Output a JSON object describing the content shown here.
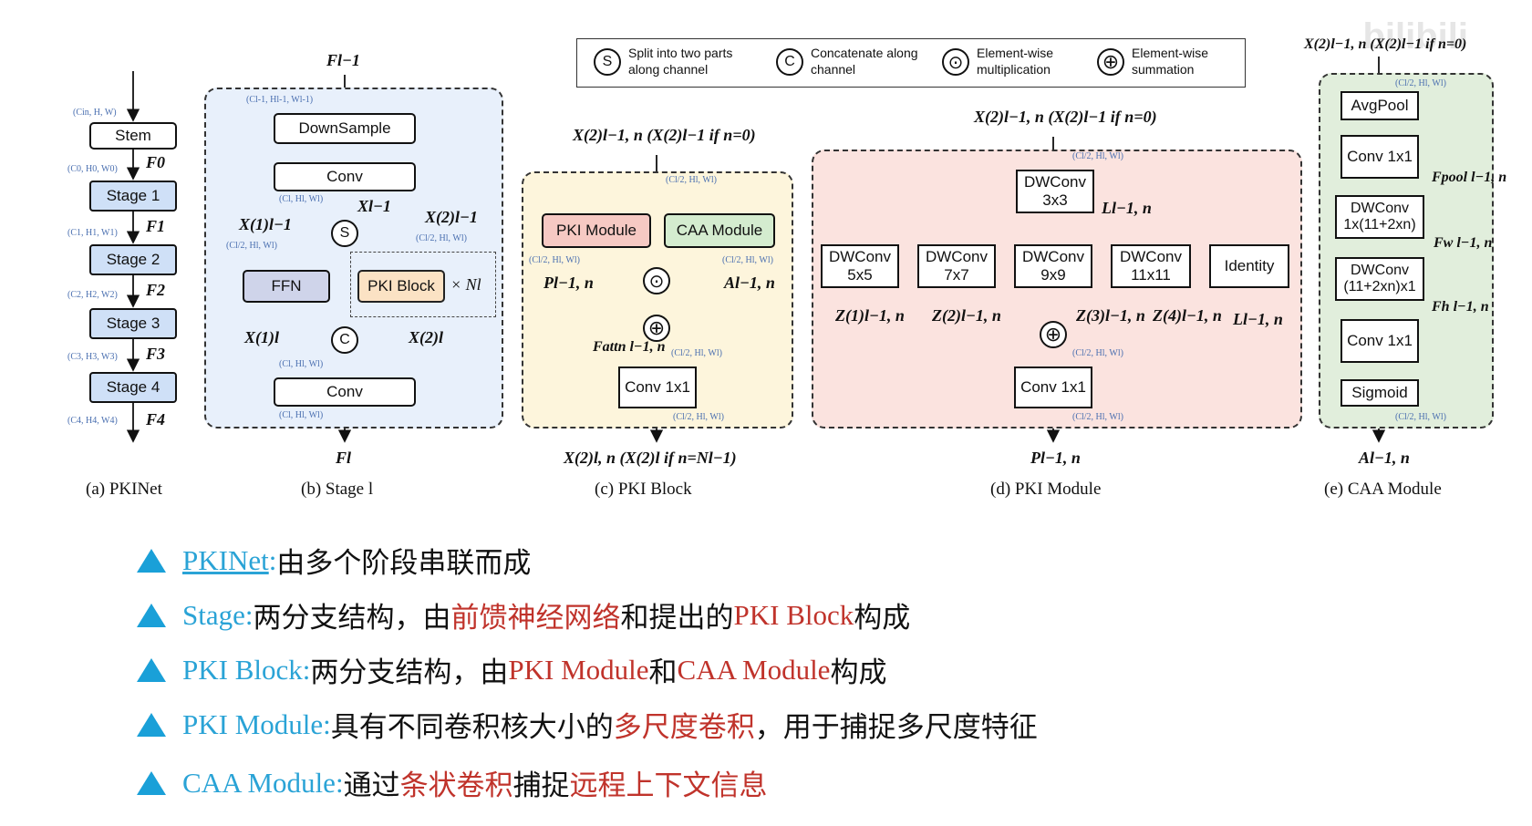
{
  "watermark": "bilibili",
  "legend": {
    "split": {
      "symbol": "S",
      "text": "Split into two parts along channel"
    },
    "concat": {
      "symbol": "C",
      "text": "Concatenate along channel"
    },
    "mul": {
      "symbol": "⊙",
      "text": "Element-wise multiplication"
    },
    "sum": {
      "symbol": "⊕",
      "text": "Element-wise summation"
    }
  },
  "panel_a": {
    "caption": "(a) PKINet",
    "boxes": [
      "Stem",
      "Stage 1",
      "Stage 2",
      "Stage 3",
      "Stage 4"
    ],
    "features": [
      "F0",
      "F1",
      "F2",
      "F3",
      "F4"
    ],
    "dims": [
      "(Cin, H, W)",
      "(C0, H0, W0)",
      "(C1, H1, W1)",
      "(C2, H2, W2)",
      "(C3, H3, W3)",
      "(C4, H4, W4)"
    ]
  },
  "panel_b": {
    "caption": "(b) Stage l",
    "input": "Fl−1",
    "output": "Fl",
    "downsample": "DownSample",
    "conv_top": "Conv",
    "conv_bottom": "Conv",
    "ffn": "FFN",
    "pki_block": "PKI Block",
    "repeat": "× Nl",
    "split": "S",
    "concat": "C",
    "x_top": "Xl−1",
    "x1_in": "X(1)l−1",
    "x2_in": "X(2)l−1",
    "x1_out": "X(1)l",
    "x2_out": "X(2)l",
    "dims": [
      "(Cl-1, Hl-1, Wl-1)",
      "(Cl, Hl, Wl)",
      "(Cl/2, Hl, Wl)",
      "(Cl/2, Hl, Wl)",
      "(Cl, Hl, Wl)",
      "(Cl, Hl, Wl)"
    ]
  },
  "panel_c": {
    "caption": "(c) PKI Block",
    "input": "X(2)l−1, n (X(2)l−1 if n=0)",
    "output": "X(2)l, n (X(2)l if n=Nl−1)",
    "pki_module": "PKI Module",
    "caa_module": "CAA Module",
    "p_label": "Pl−1, n",
    "a_label": "Al−1, n",
    "f_attn": "Fattn l−1, n",
    "conv": "Conv 1x1",
    "dims": [
      "(Cl/2, Hl, Wl)",
      "(Cl/2, Hl, Wl)",
      "(Cl/2, Hl, Wl)",
      "(Cl/2, Hl, Wl)",
      "(Cl/2, Hl, Wl)"
    ]
  },
  "panel_d": {
    "caption": "(d) PKI Module",
    "input": "X(2)l−1, n (X(2)l−1 if n=0)",
    "output": "Pl−1, n",
    "dw3": "DWConv 3x3",
    "l_label": "Ll−1, n",
    "branches": [
      "DWConv 5x5",
      "DWConv 7x7",
      "DWConv 9x9",
      "DWConv 11x11",
      "Identity"
    ],
    "z_labels": [
      "Z(1)l−1, n",
      "Z(2)l−1, n",
      "Z(3)l−1, n",
      "Z(4)l−1, n",
      "Ll−1, n"
    ],
    "conv": "Conv 1x1",
    "dims": [
      "(Cl/2, Hl, Wl)",
      "(Cl/2, Hl, Wl)",
      "(Cl/2, Hl, Wl)"
    ]
  },
  "panel_e": {
    "caption": "(e) CAA Module",
    "input": "X(2)l−1, n (X(2)l−1 if n=0)",
    "output": "Al−1, n",
    "boxes": [
      "AvgPool",
      "Conv 1x1",
      "DWConv 1x(11+2xn)",
      "DWConv (11+2xn)x1",
      "Conv 1x1",
      "Sigmoid"
    ],
    "f_pool": "Fpool l−1, n",
    "f_w": "Fw l−1, n",
    "f_h": "Fh l−1, n",
    "dims": [
      "(Cl/2, Hl, Wl)",
      "(Cl/2, Hl, Wl)"
    ]
  },
  "bullets": [
    {
      "term": "PKINet",
      "sep": ": ",
      "parts": [
        {
          "t": "由多个阶段串联而成",
          "c": "blk"
        }
      ]
    },
    {
      "term": "Stage",
      "sep": ": ",
      "parts": [
        {
          "t": "两分支结构，由",
          "c": "blk"
        },
        {
          "t": "前馈神经网络",
          "c": "red"
        },
        {
          "t": "和提出的",
          "c": "blk"
        },
        {
          "t": "PKI Block",
          "c": "red"
        },
        {
          "t": " 构成",
          "c": "blk"
        }
      ]
    },
    {
      "term": "PKI Block",
      "sep": ": ",
      "parts": [
        {
          "t": "两分支结构，由",
          "c": "blk"
        },
        {
          "t": "PKI Module",
          "c": "red"
        },
        {
          "t": " 和 ",
          "c": "blk"
        },
        {
          "t": "CAA Module",
          "c": "red"
        },
        {
          "t": " 构成",
          "c": "blk"
        }
      ]
    },
    {
      "term": "PKI Module",
      "sep": ": ",
      "parts": [
        {
          "t": "具有不同卷积核大小的",
          "c": "blk"
        },
        {
          "t": "多尺度卷积",
          "c": "red"
        },
        {
          "t": "，用于捕捉多尺度特征",
          "c": "blk"
        }
      ]
    },
    {
      "term": "CAA Module",
      "sep": ": ",
      "parts": [
        {
          "t": "通过",
          "c": "blk"
        },
        {
          "t": "条状卷积",
          "c": "red"
        },
        {
          "t": "捕捉",
          "c": "blk"
        },
        {
          "t": "远程上下文信息",
          "c": "red"
        }
      ]
    }
  ]
}
